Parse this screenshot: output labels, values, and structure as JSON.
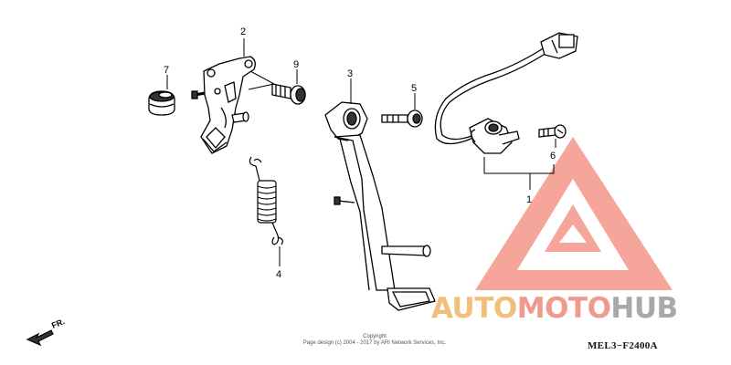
{
  "diagram": {
    "callouts": [
      "1",
      "2",
      "3",
      "4",
      "5",
      "6",
      "7",
      "9"
    ],
    "direction_label": "FR.",
    "copyright_line1": "Copyright",
    "copyright_line2": "Page design (c) 2004 - 2017 by ARI Network Services, Inc.",
    "diagram_code": "MEL3−F2400A"
  },
  "watermark": {
    "part1": "AUTO",
    "part2": "MOTO",
    "part3": "HUB",
    "colors": {
      "orange": "#f2bf7a",
      "red": "#f09a8f",
      "gray": "#a9a9a9"
    }
  }
}
